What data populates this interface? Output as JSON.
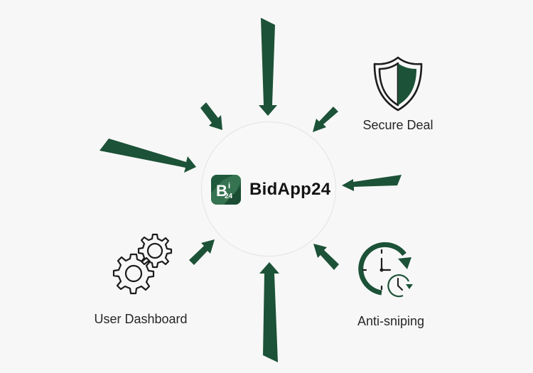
{
  "brand": {
    "name": "BidApp24",
    "logo_icon": "bidapp24-logo-icon",
    "logo_text": {
      "letter": "B",
      "sup": "i",
      "sub": "24"
    }
  },
  "features": [
    {
      "id": "secure",
      "label": "Secure Deal",
      "icon": "shield-icon"
    },
    {
      "id": "dashboard",
      "label": "User Dashboard",
      "icon": "gears-icon"
    },
    {
      "id": "anti",
      "label": "Anti-sniping",
      "icon": "clock-refresh-icon"
    }
  ],
  "colors": {
    "accent": "#1c5237",
    "accent_light": "#4f8a67",
    "background": "#f7f7f7",
    "hub_border": "#e3e3e3",
    "text": "#141414"
  },
  "arrows": [
    {
      "name": "arrow-top",
      "direction": "down"
    },
    {
      "name": "arrow-top-left",
      "direction": "down-right"
    },
    {
      "name": "arrow-top-right",
      "direction": "down-left"
    },
    {
      "name": "arrow-left",
      "direction": "right"
    },
    {
      "name": "arrow-right",
      "direction": "left"
    },
    {
      "name": "arrow-bottom-left",
      "direction": "up-right"
    },
    {
      "name": "arrow-bottom-right",
      "direction": "up-left"
    },
    {
      "name": "arrow-bottom",
      "direction": "up"
    }
  ]
}
